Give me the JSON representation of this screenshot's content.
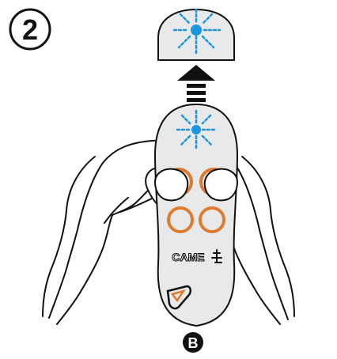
{
  "step": {
    "number": "2"
  },
  "remote": {
    "brand": "CAME",
    "button_label": "B"
  },
  "icons": [
    "step-circle-icon",
    "led-flash-icon",
    "up-arrow-icon",
    "came-logo-icon",
    "hands-icon",
    "remote-control-icon",
    "button-b-badge-icon"
  ],
  "colors": {
    "outline": "#111111",
    "remote_fill": "#e8e9ea",
    "button_ring": "#e07a2e",
    "led": "#1a95e0",
    "badge": "#111111"
  }
}
